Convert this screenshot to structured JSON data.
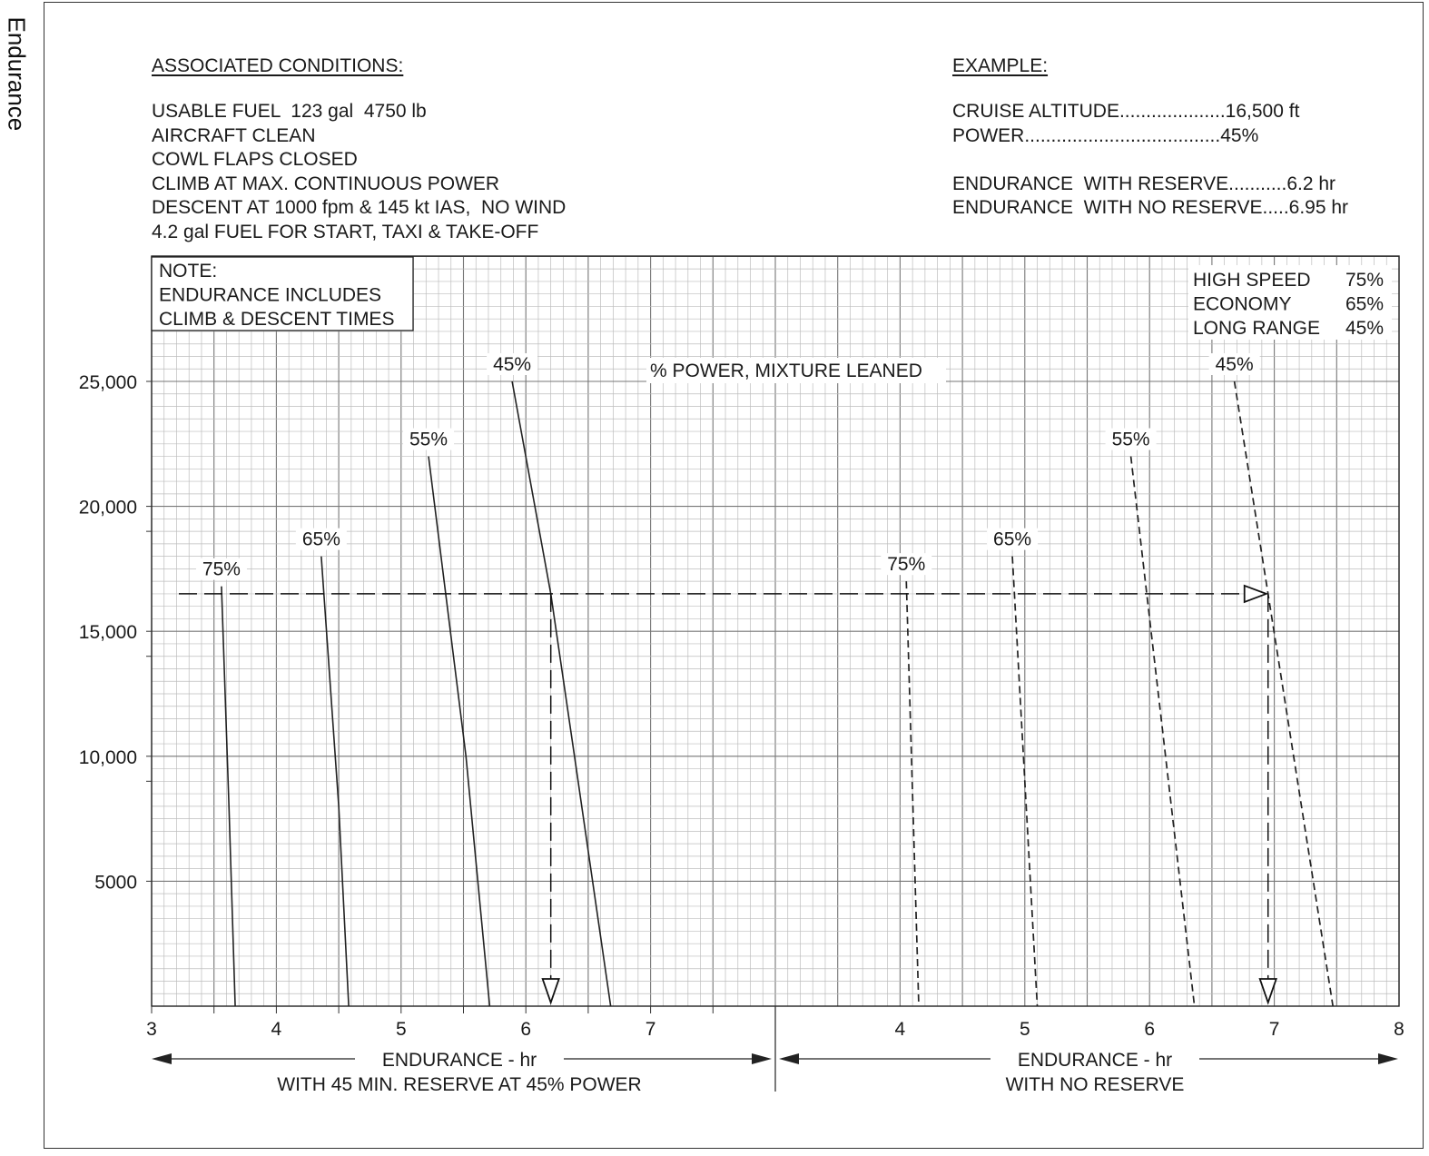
{
  "side_title": "Endurance",
  "conditions": {
    "heading": "ASSOCIATED CONDITIONS:",
    "lines": [
      "USABLE FUEL  123 gal  4750 lb",
      "AIRCRAFT CLEAN",
      "COWL FLAPS CLOSED",
      "CLIMB AT MAX. CONTINUOUS POWER",
      "DESCENT AT 1000 fpm & 145 kt IAS,  NO WIND",
      "4.2 gal FUEL FOR START, TAXI & TAKE-OFF"
    ]
  },
  "example": {
    "heading": "EXAMPLE:",
    "lines": [
      "CRUISE ALTITUDE....................16,500 ft",
      "POWER.....................................45%",
      "",
      "ENDURANCE  WITH RESERVE...........6.2 hr",
      "ENDURANCE  WITH NO RESERVE.....6.95 hr"
    ]
  },
  "note": [
    "NOTE:",
    "ENDURANCE INCLUDES",
    "CLIMB & DESCENT TIMES"
  ],
  "power_legend": [
    {
      "name": "HIGH SPEED",
      "pct": "75%"
    },
    {
      "name": "ECONOMY",
      "pct": "65%"
    },
    {
      "name": "LONG RANGE",
      "pct": "45%"
    }
  ],
  "chart_data": {
    "type": "line",
    "center_label": "% POWER,  MIXTURE LEANED",
    "ylim": [
      0,
      30000
    ],
    "yticks": [
      5000,
      10000,
      15000,
      20000,
      25000
    ],
    "ytick_labels": [
      "5000",
      "10,000",
      "15,000",
      "20,000",
      "25,000"
    ],
    "panels": [
      {
        "name": "with_reserve",
        "xlabel": "ENDURANCE - hr",
        "xlabel2": "WITH 45 MIN. RESERVE AT 45% POWER",
        "xlim": [
          3,
          8
        ],
        "xticks": [
          3,
          4,
          5,
          6,
          7
        ],
        "xtick_labels": [
          "3",
          "4",
          "5",
          "6",
          "7"
        ],
        "line_style": "solid",
        "series": [
          {
            "name": "75%",
            "points": [
              [
                3.56,
                16800
              ],
              [
                3.62,
                8000
              ],
              [
                3.67,
                0
              ]
            ]
          },
          {
            "name": "65%",
            "points": [
              [
                4.36,
                18000
              ],
              [
                4.5,
                8000
              ],
              [
                4.58,
                0
              ]
            ]
          },
          {
            "name": "55%",
            "points": [
              [
                5.22,
                22000
              ],
              [
                5.52,
                10000
              ],
              [
                5.71,
                0
              ]
            ]
          },
          {
            "name": "45%",
            "points": [
              [
                5.89,
                25000
              ],
              [
                6.2,
                16500
              ],
              [
                6.39,
                10000
              ],
              [
                6.68,
                0
              ]
            ]
          }
        ]
      },
      {
        "name": "no_reserve",
        "xlabel": "ENDURANCE - hr",
        "xlabel2": "WITH NO RESERVE",
        "xlim": [
          3,
          8
        ],
        "xticks": [
          4,
          5,
          6,
          7,
          8
        ],
        "xtick_labels": [
          "4",
          "5",
          "6",
          "7",
          "8"
        ],
        "line_style": "dashed",
        "series": [
          {
            "name": "75%",
            "points": [
              [
                4.05,
                17000
              ],
              [
                4.15,
                0
              ]
            ]
          },
          {
            "name": "65%",
            "points": [
              [
                4.9,
                18000
              ],
              [
                5.1,
                0
              ]
            ]
          },
          {
            "name": "55%",
            "points": [
              [
                5.85,
                22000
              ],
              [
                6.36,
                0
              ]
            ]
          },
          {
            "name": "45%",
            "points": [
              [
                6.68,
                25000
              ],
              [
                6.95,
                16500
              ],
              [
                7.47,
                0
              ]
            ]
          }
        ]
      }
    ],
    "example_path": {
      "altitude": 16500,
      "with_reserve": 6.2,
      "no_reserve": 6.95
    }
  }
}
